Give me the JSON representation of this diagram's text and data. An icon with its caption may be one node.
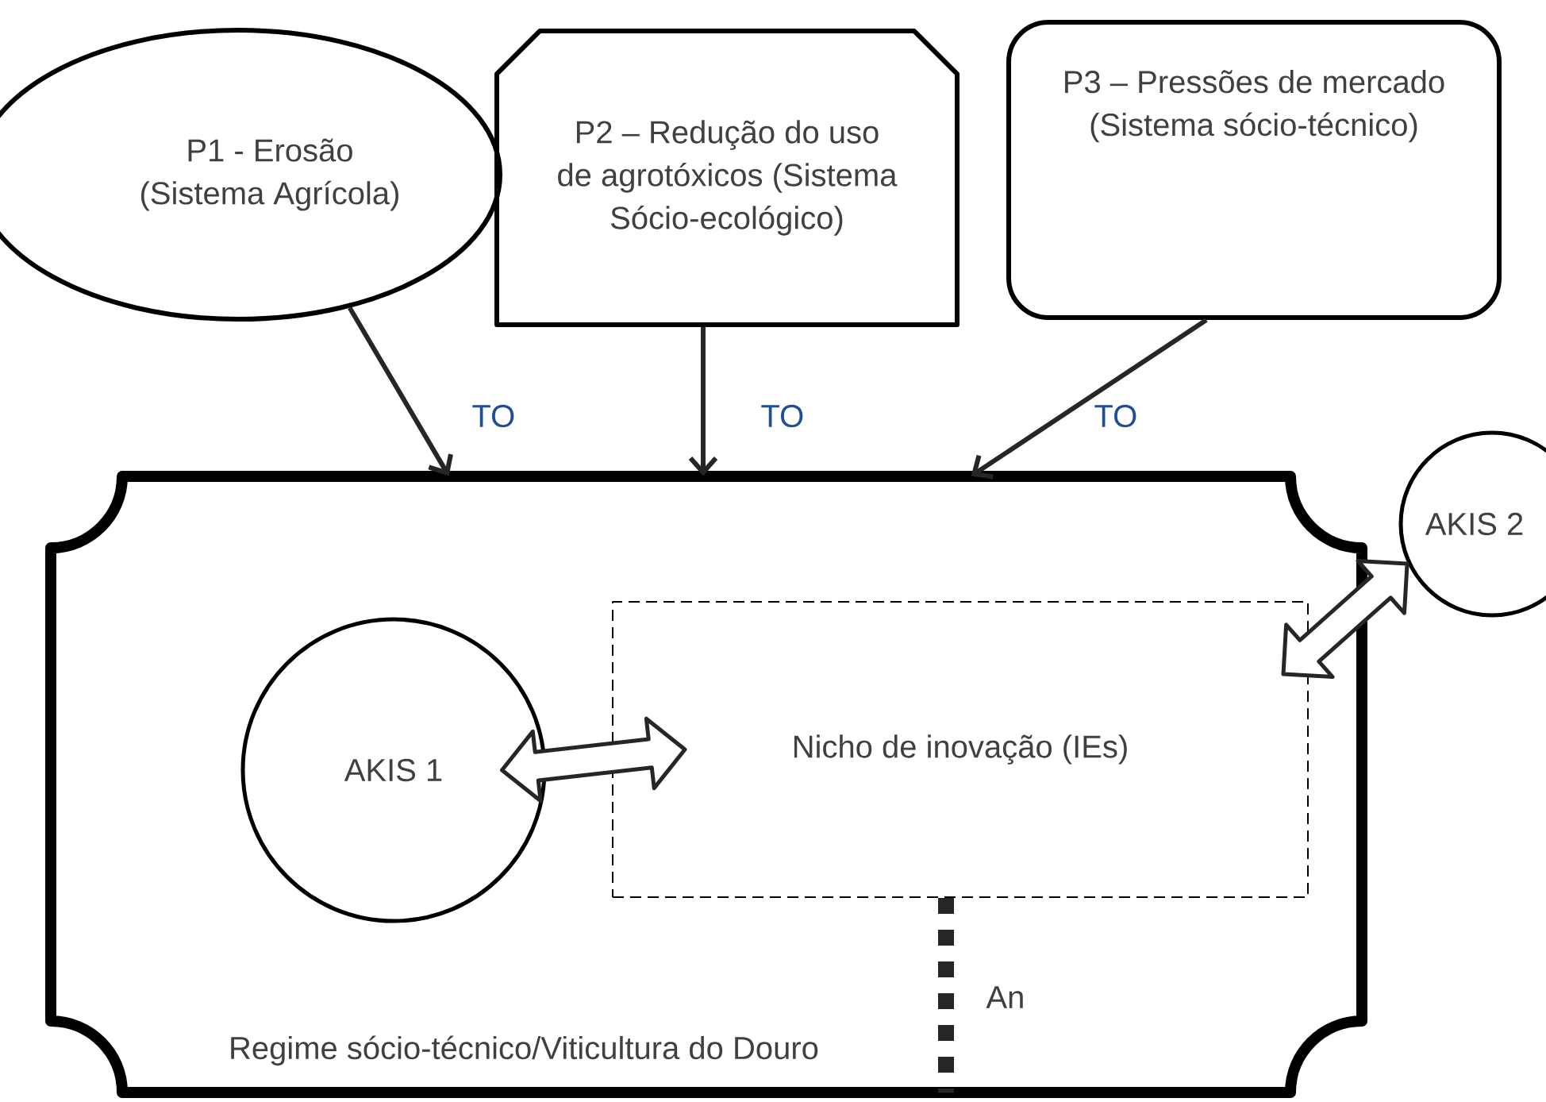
{
  "diagram": {
    "nodes": [
      {
        "text": [
          "P1 - Erosão (Sistema Agrícola)"
        ]
      },
      {
        "text": [
          "P2 – Redução do uso de agrotóxicos (Sistema Sócio-ecológico)"
        ]
      },
      {
        "text": [
          "P3 – Pressões de mercado (Sistema sócio-técnico)"
        ]
      },
      {
        "text": [
          "Regime sócio-técnico/Viticultura do Douro"
        ]
      },
      {
        "text": [
          "AKIS 1"
        ],
        "in": 3
      },
      {
        "text": [
          "Nicho de inovação (IEs)"
        ],
        "in": 3
      },
      {
        "text": [
          "AKIS 2"
        ]
      }
    ],
    "edges": [
      {
        "from": 0,
        "to": 3,
        "arrow": "to",
        "label": "TO"
      },
      {
        "from": 1,
        "to": 3,
        "arrow": "to",
        "label": "TO"
      },
      {
        "from": 2,
        "to": 3,
        "arrow": "to",
        "label": "TO"
      },
      {
        "from": 4,
        "to": 5,
        "arrow": "both"
      },
      {
        "from": 5,
        "to": 6,
        "arrow": "both"
      },
      {
        "from": 5,
        "to": 3,
        "arrow": "none",
        "label": "An",
        "style": "dashed"
      }
    ]
  }
}
